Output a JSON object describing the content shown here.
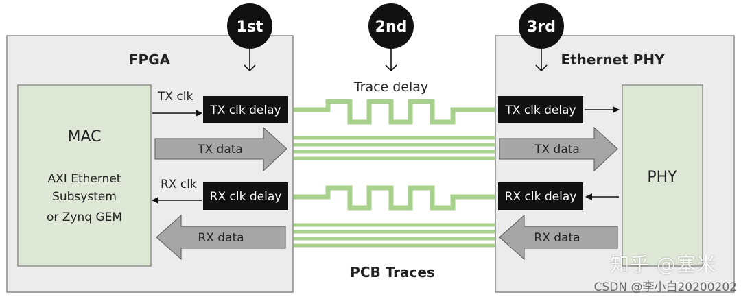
{
  "fpga": {
    "title": "FPGA",
    "mac_label": "MAC",
    "mac_desc": [
      "AXI Ethernet",
      "Subsystem",
      "or Zynq GEM"
    ]
  },
  "phy_block": {
    "title": "Ethernet PHY",
    "phy_label": "PHY"
  },
  "markers": [
    "1st",
    "2nd",
    "3rd"
  ],
  "signals": {
    "tx_clk": "TX clk",
    "rx_clk": "RX clk",
    "tx_clk_delay": "TX clk delay",
    "rx_clk_delay": "RX clk delay",
    "tx_data": "TX data",
    "rx_data": "RX data"
  },
  "trace_delay": "Trace delay",
  "pcb_traces": "PCB Traces",
  "watermark": "知乎 @塞米",
  "credit": "CSDN @李小白20200202",
  "colors": {
    "box_fill": "#ececec",
    "inner_fill": "#dfe8d6",
    "trace_green": "#a8d18d",
    "black_box": "#111111",
    "arrow_gray": "#a6a6a6"
  }
}
